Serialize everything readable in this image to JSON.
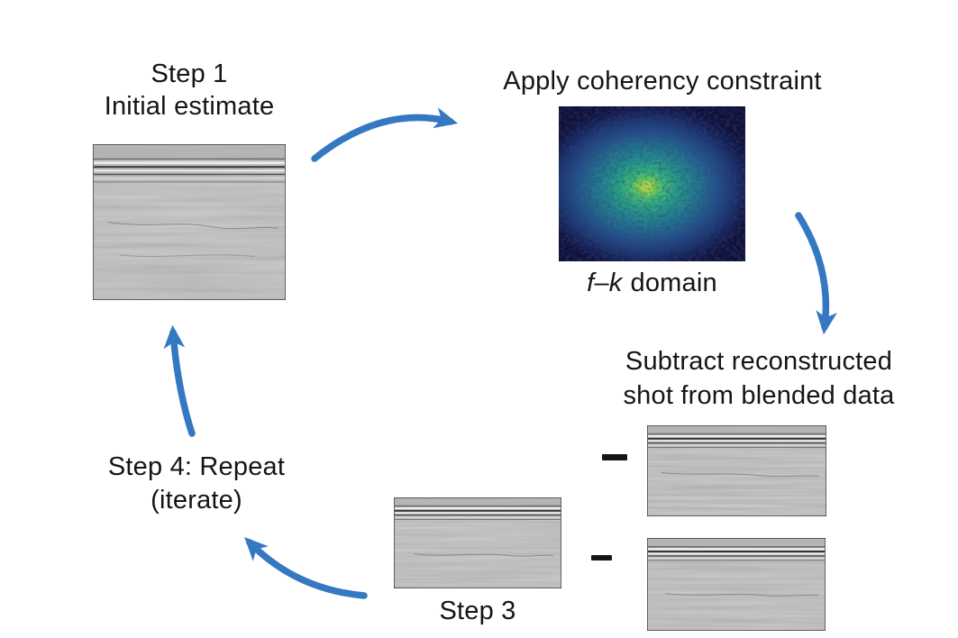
{
  "diagram": {
    "step1": {
      "title": "Step 1",
      "subtitle": "Initial estimate"
    },
    "coherency": {
      "title": "Apply coherency constraint"
    },
    "fk": {
      "f": "f",
      "dash": "–",
      "k": "k",
      "domain": "domain"
    },
    "subtract": {
      "line1": "Subtract reconstructed",
      "line2": "shot from blended data",
      "minus": "−"
    },
    "step3": {
      "title": "Step 3"
    },
    "step4": {
      "title": "Step 4: Repeat",
      "subtitle": "(iterate)"
    }
  },
  "colors": {
    "arrow_blue": "#3578c2",
    "text": "#151515",
    "seismic_gray": "#a7a7a7",
    "fk_background": "#0e1138",
    "fk_center_yellow": "#e0e04a"
  }
}
